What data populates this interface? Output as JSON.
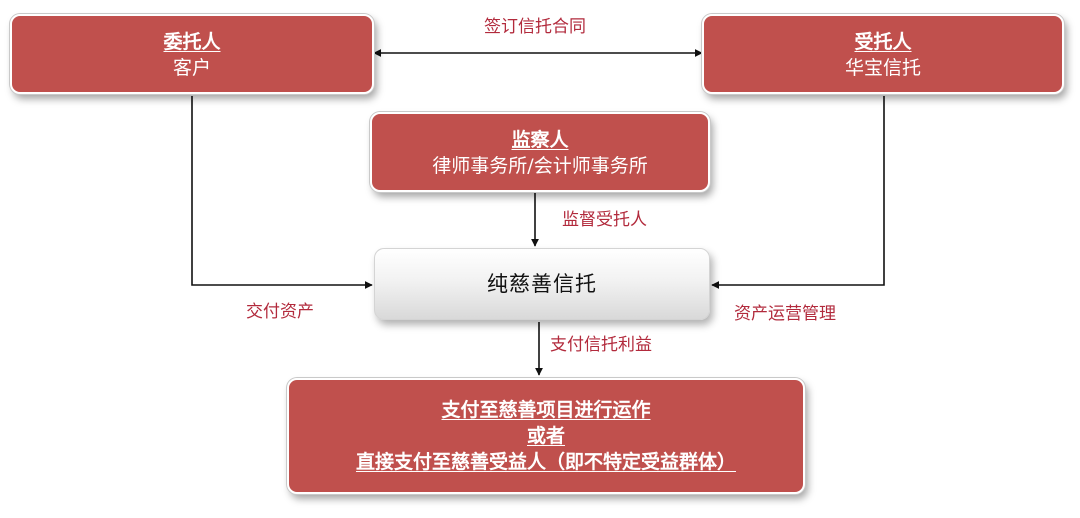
{
  "principal": {
    "role": "委托人",
    "name": "客户"
  },
  "trustee": {
    "role": "受托人",
    "name": "华宝信托"
  },
  "supervisor": {
    "role": "监察人",
    "name": "律师事务所/会计师事务所"
  },
  "trust": {
    "name": "纯慈善信托"
  },
  "outcome": {
    "line1": "支付至慈善项目进行运作",
    "line2": "或者",
    "line3": "直接支付至慈善受益人（即不特定受益群体）"
  },
  "labels": {
    "sign_contract": "签订信托合同",
    "supervise_trustee": "监督受托人",
    "deliver_assets": "交付资产",
    "asset_management": "资产运营管理",
    "pay_trust_benefit": "支付信托利益"
  },
  "colors": {
    "box_fill": "#c0504d",
    "label_text": "#b22a3c",
    "connector": "#111111"
  }
}
